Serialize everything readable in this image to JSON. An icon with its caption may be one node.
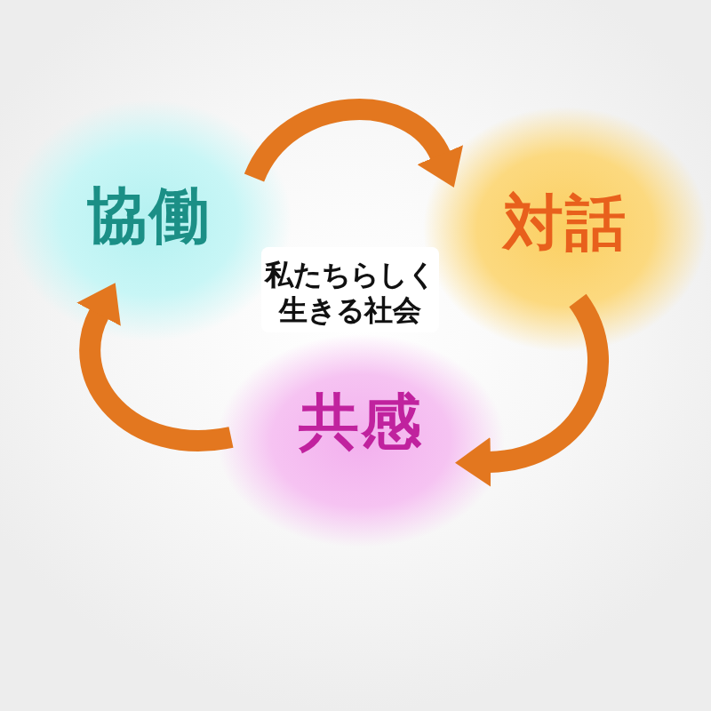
{
  "diagram": {
    "nodes": [
      {
        "text": [
          "協働"
        ]
      },
      {
        "text": [
          "対話"
        ]
      },
      {
        "text": [
          "共感"
        ]
      },
      {
        "text": [
          "私たちらしく生きる社会"
        ]
      }
    ],
    "edges": [
      {
        "from": 0,
        "to": 1,
        "arrow": "to"
      },
      {
        "from": 1,
        "to": 2,
        "arrow": "to"
      },
      {
        "from": 2,
        "to": 0,
        "arrow": "to"
      }
    ]
  }
}
